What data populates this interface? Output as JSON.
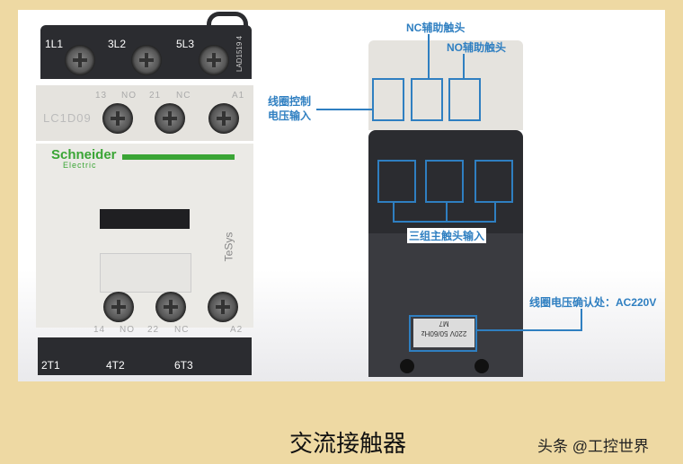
{
  "figure": {
    "caption": "交流接触器",
    "watermark": "头条 @工控世界",
    "colors": {
      "background": "#eed9a3",
      "annotation": "#2f7fc1",
      "brand_green": "#3aa535"
    }
  },
  "left_device": {
    "top_terminals": [
      "1L1",
      "3L2",
      "5L3"
    ],
    "side_code": "LAD1519 4",
    "model": "LC1D09",
    "aux_top_labels": [
      "13",
      "NO",
      "21",
      "NC",
      "A1"
    ],
    "brand": "Schneider",
    "brand_sub": "Electric",
    "series": "TeSys",
    "aux_bottom_labels": [
      "14",
      "NO",
      "22",
      "NC",
      "A2"
    ],
    "bottom_terminals": [
      "2T1",
      "4T2",
      "6T3"
    ]
  },
  "right_device": {
    "coil_label": "220V 50/60Hz",
    "coil_code": "M7"
  },
  "annotations": {
    "coil_control": [
      "线圈控制",
      "电压输入"
    ],
    "nc_aux": "NC辅助触头",
    "no_aux": "NO辅助触头",
    "main_contacts": "三组主触头输入",
    "coil_voltage": "线圈电压确认处：AC220V"
  }
}
